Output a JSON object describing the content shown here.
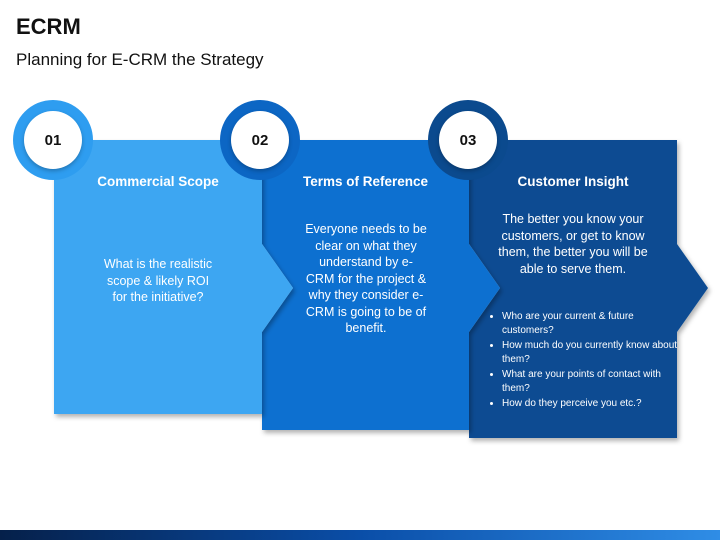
{
  "header": {
    "title": "ECRM",
    "subtitle": "Planning for E-CRM the Strategy"
  },
  "colors": {
    "step1": "#3ea6f2",
    "step2": "#0a6fd0",
    "step3": "#0a4c92",
    "ring1": "#2e9df0",
    "ring2": "#0c66c4",
    "ring3": "#0b4a8e"
  },
  "steps": [
    {
      "number": "01",
      "heading": "Commercial Scope",
      "body": "What is the realistic scope  & likely ROI for the initiative?"
    },
    {
      "number": "02",
      "heading": "Terms of Reference",
      "body": "Everyone needs to be clear on what they understand by e-CRM for the project & why they consider e-CRM is going to be of benefit."
    },
    {
      "number": "03",
      "heading": "Customer Insight",
      "body": "The better you know your customers, or get to know them, the better you will be able to serve them.",
      "bullets": [
        "Who are your current & future customers?",
        "How much do you currently know about them?",
        "What are your points of contact with them?",
        "How do they perceive you etc.?"
      ]
    }
  ]
}
